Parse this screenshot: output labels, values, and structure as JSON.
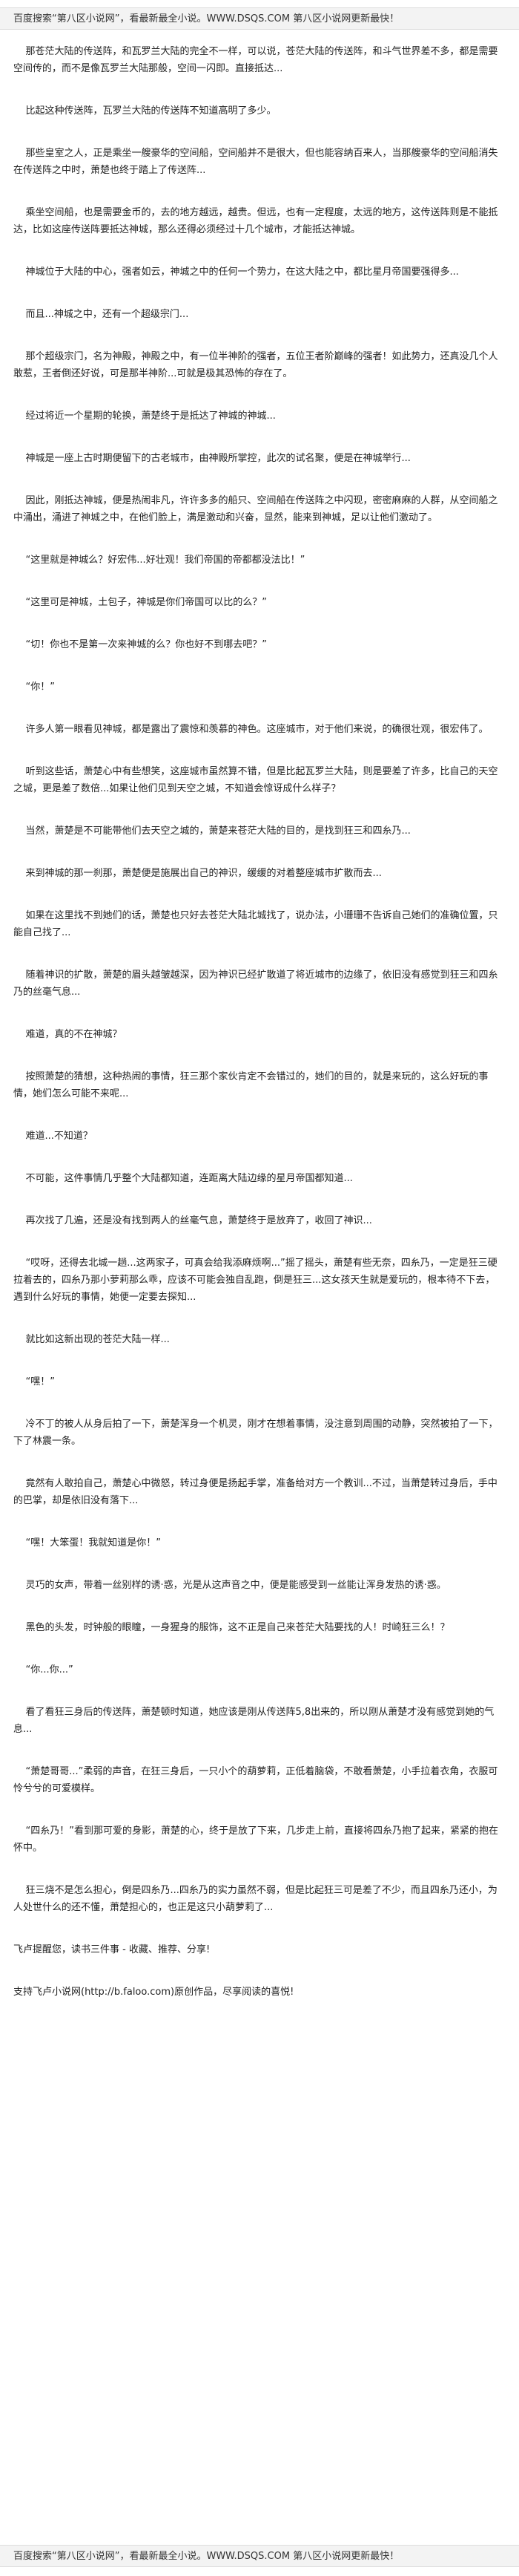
{
  "banner_top": "百度搜索“第八区小说网”，看最新最全小说。WWW.DSQS.COM   第八区小说网更新最快！",
  "paragraphs": [
    "百度搜索“第八区小说网”，看最新最全小说。WWW.DSQS.COM   第八区小说网更新最快！",
    "    那苍茫大陆的传送阵，和瓦罗兰大陆的完全不一样，可以说，苍茫大陆的传送阵，和斗气世界差不多，都是需要空间传的，而不是像瓦罗兰大陆那般，空间一闪即。直接抵达...",
    "    比起这种传送阵，瓦罗兰大陆的传送阵不知道高明了多少。",
    "    那些皇室之人，正是乘坐一艘豪华的空间船，空间船并不是很大，但也能容纳百来人，当那艘豪华的空间船消失在传送阵之中时，萧楚也终于踏上了传送阵...",
    "    乘坐空间船，也是需要金币的，去的地方越远，越贵。但远，也有一定程度，太远的地方，这传送阵则是不能抵达，比如这座传送阵要抵达神城，那么还得必须经过十几个城市，才能抵达神城。",
    "    神城位于大陆的中心，强者如云，神城之中的任何一个势力，在这大陆之中，都比星月帝国要强得多...",
    "    而且...神城之中，还有一个超级宗门...",
    "    那个超级宗门，名为神殿，神殿之中，有一位半神阶的强者，五位王者阶巅峰的强者！如此势力，还真没几个人敢惹，王者倒还好说，可是那半神阶...可就是极其恐怖的存在了。",
    "    经过将近一个星期的轮换，萧楚终于是抵达了神城的神城...",
    "    神城是一座上古时期便留下的古老城市，由神殿所掌控，此次的试名聚，便是在神城举行...",
    "    因此，刚抵达神城，便是热闹非凡，许许多多的船只、空间船在传送阵之中闪现，密密麻麻的人群，从空间船之中涌出，涌进了神城之中，在他们脸上，满是激动和兴奋，显然，能来到神城，足以让他们激动了。",
    "    “这里就是神城么？好宏伟...好壮观！我们帝国的帝都都没法比！”",
    "    “这里可是神城，土包子，神城是你们帝国可以比的么？”",
    "    “切！你也不是第一次来神城的么？你也好不到哪去吧？”",
    "    “你！”",
    "    许多人第一眼看见神城，都是露出了震惊和羡慕的神色。这座城市，对于他们来说，的确很壮观，很宏伟了。",
    "    听到这些话，萧楚心中有些想笑，这座城市虽然算不错，但是比起瓦罗兰大陆，则是要差了许多，比自己的天空之城，更是差了数倍...如果让他们见到天空之城，不知道会惊讶成什么样子？",
    "    当然，萧楚是不可能带他们去天空之城的，萧楚来苍茫大陆的目的，是找到狂三和四糸乃...",
    "    来到神城的那一刹那，萧楚便是施展出自己的神识，缓缓的对着整座城市扩散而去...",
    "    如果在这里找不到她们的话，萧楚也只好去苍茫大陆北城找了，说办法，小珊珊不告诉自己她们的准确位置，只能自己找了...",
    "    随着神识的扩散，萧楚的眉头越皱越深，因为神识已经扩散道了将近城市的边缘了，依旧没有感觉到狂三和四糸乃的丝毫气息...",
    "    难道，真的不在神城？",
    "    按照萧楚的猜想，这种热闹的事情，狂三那个家伙肯定不会错过的，她们的目的，就是来玩的，这么好玩的事情，她们怎么可能不来呢...",
    "    难道...不知道？",
    "    不可能，这件事情几乎整个大陆都知道，连距离大陆边缘的星月帝国都知道...",
    "    再次找了几遍，还是没有找到两人的丝毫气息，萧楚终于是放弃了，收回了神识...",
    "    “哎呀，还得去北城一趟...这两家子，可真会给我添麻烦啊...”摇了摇头，萧楚有些无奈，四糸乃，一定是狂三硬拉着去的，四糸乃那小萝莉那么乖，应该不可能会独自乱跑，倒是狂三...这女孩天生就是爱玩的，根本待不下去，遇到什么好玩的事情，她便一定要去探知...",
    "    就比如这新出现的苍茫大陆一样...",
    "    “嘿！”",
    "    冷不丁的被人从身后拍了一下，萧楚浑身一个机灵，刚才在想着事情，没注意到周围的动静，突然被拍了一下，下了林震一条。",
    "    竟然有人敢拍自己，萧楚心中微怒，转过身便是扬起手掌，准备给对方一个教训...不过，当萧楚转过身后，手中的巴掌，却是依旧没有落下...",
    "    “嘿！大笨蛋！我就知道是你！”",
    "    灵巧的女声，带着一丝别样的诱·惑，光是从这声音之中，便是能感受到一丝能让浑身发热的诱·惑。",
    "    黑色的头发，时钟般的眼瞳，一身猩身的服饰，这不正是自己来苍茫大陆要找的人！时崎狂三么！？",
    "    “你...你...”",
    "    看了看狂三身后的传送阵，萧楚顿时知道，她应该是刚从传送阵5,8出来的，所以刚从萧楚才没有感觉到她的气息...",
    "    “萧楚哥哥...”柔弱的声音，在狂三身后，一只小个的葫萝莉，正低着脑袋，不敢看萧楚，小手拉着衣角，衣服可怜兮兮的可爱模样。",
    "    “四糸乃！”看到那可爱的身影，萧楚的心，终于是放了下来，几步走上前，直接将四糸乃抱了起来，紧紧的抱在怀中。",
    "    狂三烧不是怎么担心，倒是四糸乃...四糸乃的实力虽然不弱，但是比起狂三可是差了不少，而且四糸乃还小，为人处世什么的还不懂，萧楚担心的，也正是这只小葫萝莉了..."
  ],
  "notice": "飞卢提醒您，读书三件事 - 收藏、推荐、分享!",
  "support": "支持飞卢小说网(http://b.faloo.com)原创作品，尽享阅读的喜悦!",
  "banner_bottom": "百度搜索“第八区小说网”，看最新最全小说。WWW.DSQS.COM   第八区小说网更新最快！"
}
